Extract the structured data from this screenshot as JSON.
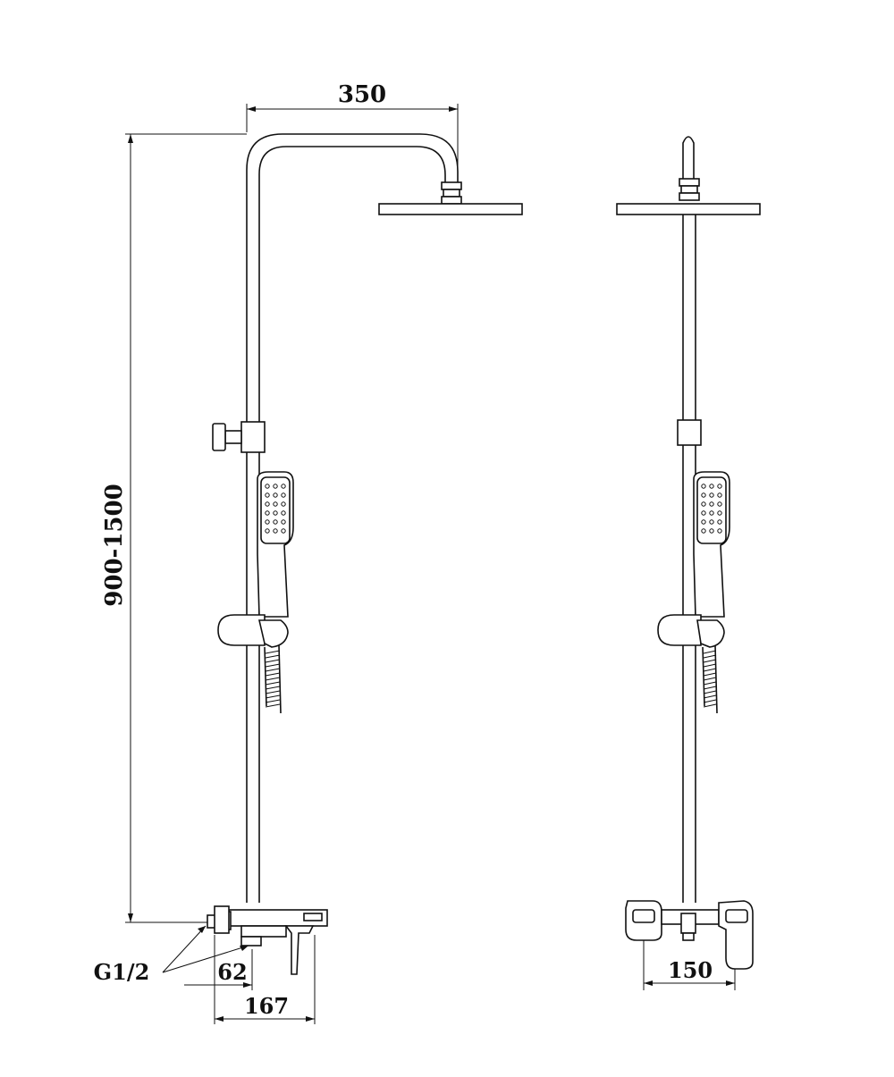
{
  "dimensions": {
    "top_width": "350",
    "height_range": "900-1500",
    "thread_size": "G1/2",
    "inlet_offset": "62",
    "spout_reach": "167",
    "mixer_centers": "150"
  },
  "colors": {
    "line": "#111111",
    "background": "#ffffff"
  }
}
